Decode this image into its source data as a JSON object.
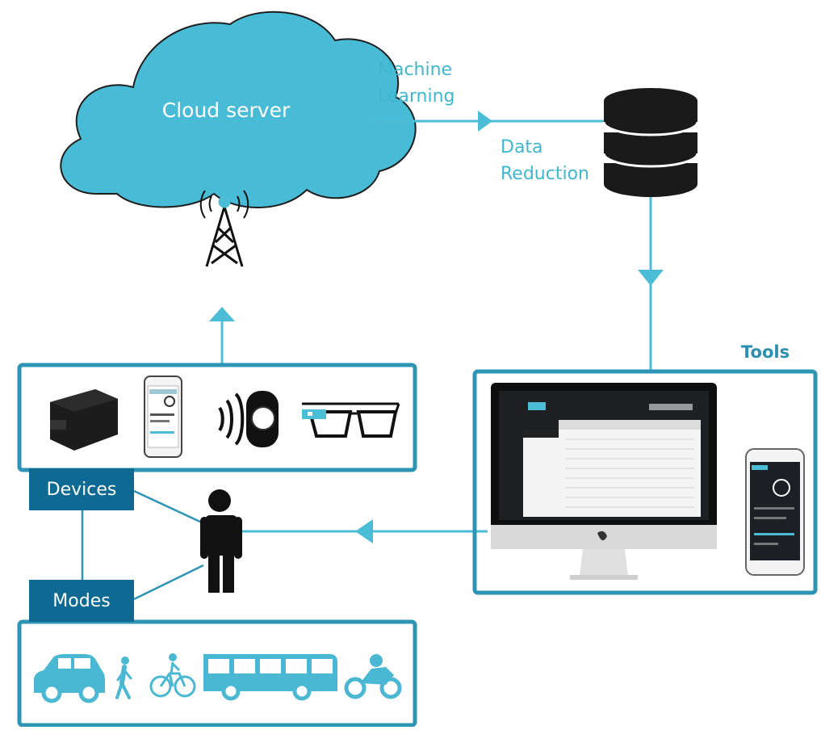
{
  "diagram": {
    "cloud_label": "Cloud server",
    "ml_line1": "Machine",
    "ml_line2": "Learning",
    "dr_line1": "Data",
    "dr_line2": "Reduction",
    "tools_label": "Tools",
    "devices_label": "Devices",
    "modes_label": "Modes"
  },
  "colors": {
    "accent": "#4bbdd6",
    "cloud": "#48bcd6",
    "label_box": "#0f6a93",
    "mode_icons": "#4ab8d3",
    "dark": "#1a1a1a"
  },
  "icons": {
    "devices": [
      "obd-dongle-icon",
      "smartphone-icon",
      "smartwatch-icon",
      "smart-glasses-icon"
    ],
    "modes": [
      "car-icon",
      "pedestrian-icon",
      "bicycle-icon",
      "bus-icon",
      "motorcycle-icon"
    ],
    "other": [
      "cloud-icon",
      "cell-tower-icon",
      "database-icon",
      "person-icon",
      "desktop-monitor-icon",
      "mobile-app-icon"
    ]
  }
}
